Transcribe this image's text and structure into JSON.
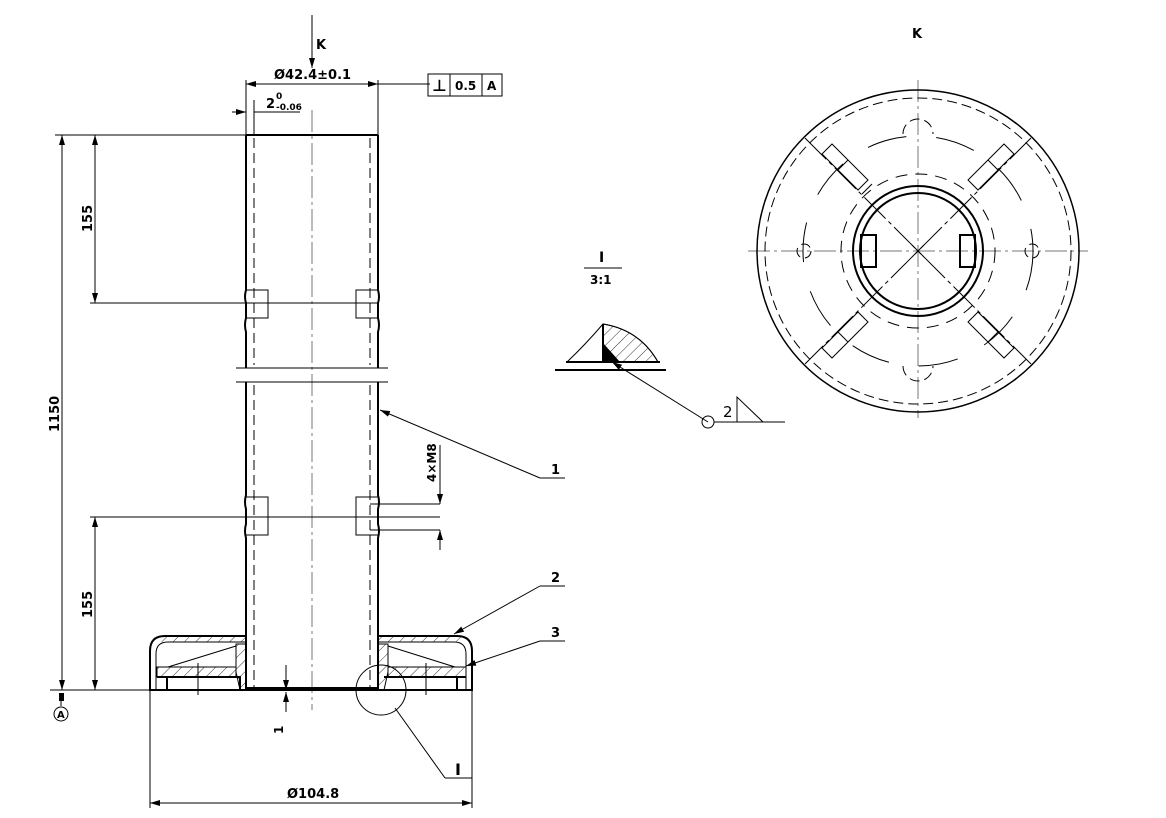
{
  "front_view": {
    "view_arrow_label": "K",
    "tube_diameter": "Ø42.4±0.1",
    "wall_thickness": "2",
    "wall_tol_upper": "0",
    "wall_tol_lower": "-0.06",
    "tolerance_frame": {
      "symbol": "⊥",
      "value": "0.5",
      "datum": "A"
    },
    "height_total": "1150",
    "hole_offset_top": "155",
    "hole_offset_bottom": "155",
    "thread": "4×M8",
    "base_offset": "1",
    "base_diameter": "Ø104.8",
    "datum_label": "A",
    "part_labels": [
      "1",
      "2",
      "3"
    ],
    "detail_label": "I"
  },
  "detail_view": {
    "label": "I",
    "scale": "3:1",
    "weld_size": "2"
  },
  "top_view": {
    "label": "K"
  }
}
